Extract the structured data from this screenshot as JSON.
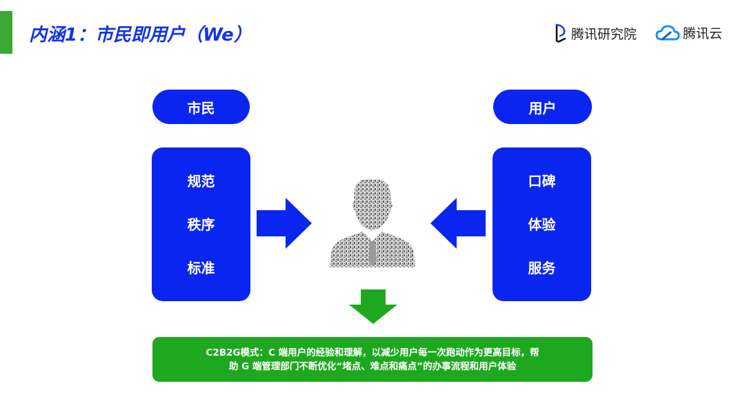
{
  "title": "内涵1：市民即用户（We）",
  "logos": {
    "research": "腾讯研究院",
    "cloud": "腾讯云"
  },
  "left": {
    "label": "市民",
    "items": [
      "规范",
      "秩序",
      "标准"
    ]
  },
  "right": {
    "label": "用户",
    "items": [
      "口碑",
      "体验",
      "服务"
    ]
  },
  "summary": {
    "line1": "C2B2G模式：C 端用户的经验和理解，以减少用户每一次跑动作为更高目标，帮",
    "line2": "助 G 端管理部门不断优化“堵点、难点和痛点”的办事流程和用户体验"
  },
  "colors": {
    "primary_blue": "#0a25f0",
    "accent_green": "#1ea81f",
    "title_blue": "#1433e6"
  },
  "icons": [
    "person-wordcloud-icon",
    "arrow-right-icon",
    "arrow-left-icon",
    "arrow-down-icon",
    "tencent-research-logo",
    "tencent-cloud-logo"
  ]
}
